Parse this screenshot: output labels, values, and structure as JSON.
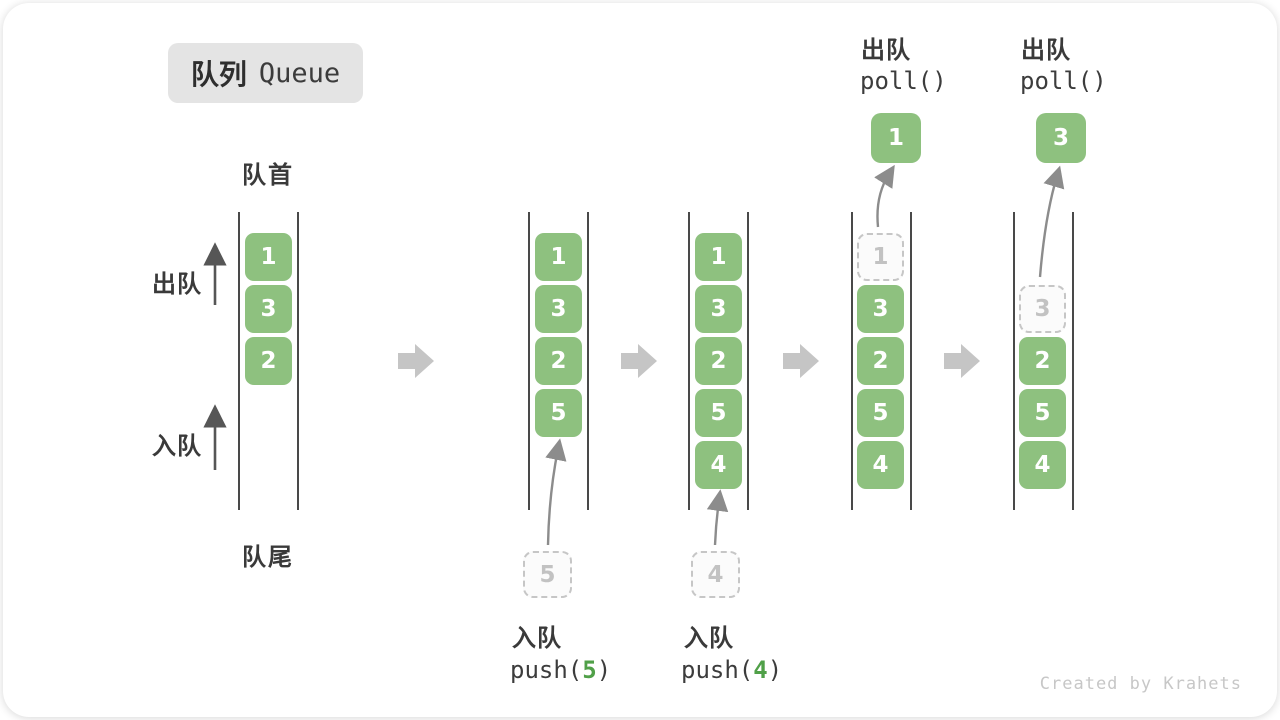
{
  "title": {
    "zh": "队列",
    "en": "Queue"
  },
  "side_labels": {
    "front": "队首",
    "rear": "队尾",
    "dequeue": "出队",
    "enqueue": "入队"
  },
  "colors": {
    "block_green": "#8ec17f",
    "code_arg_green": "#50a048",
    "flow_arrow_gray": "#c5c5c5",
    "wall_gray": "#494949",
    "ghost_gray": "#c6c6c6"
  },
  "queues": [
    {
      "blocks": [
        "1",
        "3",
        "2"
      ]
    },
    {
      "blocks": [
        "1",
        "3",
        "2",
        "5"
      ],
      "incoming_value": "5",
      "op": {
        "label": "入队",
        "code_pre": "push(",
        "arg": "5",
        "code_post": ")"
      }
    },
    {
      "blocks": [
        "1",
        "3",
        "2",
        "5",
        "4"
      ],
      "incoming_value": "4",
      "op": {
        "label": "入队",
        "code_pre": "push(",
        "arg": "4",
        "code_post": ")"
      }
    },
    {
      "removed_value": "1",
      "out_value": "1",
      "blocks": [
        "3",
        "2",
        "5",
        "4"
      ],
      "op": {
        "label": "出队",
        "code": "poll()"
      }
    },
    {
      "removed_value": "3",
      "out_value": "3",
      "blocks": [
        "2",
        "5",
        "4"
      ],
      "op": {
        "label": "出队",
        "code": "poll()"
      }
    }
  ],
  "watermark": "Created by Krahets"
}
